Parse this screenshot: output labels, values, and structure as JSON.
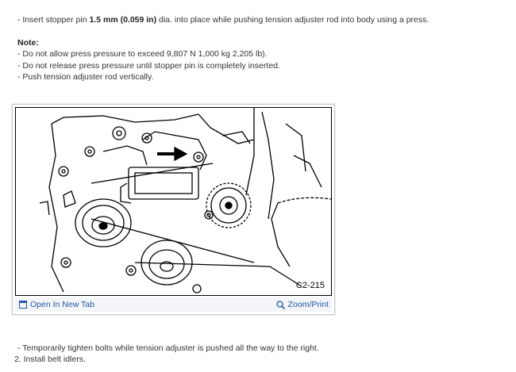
{
  "instructions": {
    "step_pre": "-  Insert stopper pin ",
    "step_bold": "1.5 mm (0.059 in)",
    "step_post": " dia. into place while pushing tension adjuster rod into body using a press.",
    "note_title": "Note:",
    "notes": [
      "-  Do not allow press pressure to exceed 9,807 N 1,000 kg 2,205 lb).",
      "-  Do not release press pressure until stopper pin is completely inserted.",
      "-  Push tension adjuster rod vertically."
    ]
  },
  "figure": {
    "caption": "C2-215",
    "open_label": "Open In New Tab",
    "open_icon": "new-window-icon",
    "zoom_label": "Zoom/Print",
    "zoom_icon": "magnifier-icon",
    "link_color": "#2457a8"
  },
  "after": {
    "line1": "-  Temporarily tighten bolts while tension adjuster is pushed all the way to the right.",
    "line2": "2. Install belt idlers."
  }
}
